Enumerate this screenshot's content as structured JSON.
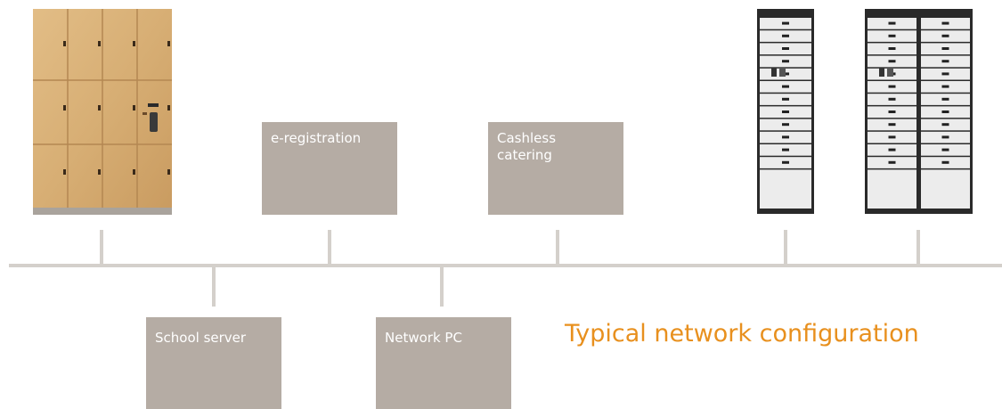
{
  "nodes": {
    "eregistration": "e-registration",
    "cashless": "Cashless catering",
    "school_server": "School server",
    "network_pc": "Network PC"
  },
  "caption": "Typical network configuration",
  "colors": {
    "box": "#b5aca4",
    "bus": "#d4d0cb",
    "caption": "#e8901e",
    "wood": "#d9b07a",
    "cabinet_frame": "#2a2a2a",
    "cabinet_door": "#ececec"
  },
  "images": [
    {
      "name": "wooden-locker-bank-image",
      "description_icon": "locker-icon"
    },
    {
      "name": "steel-locker-cabinet-image",
      "description_icon": "locker-icon"
    },
    {
      "name": "double-steel-locker-cabinet-image",
      "description_icon": "locker-icon"
    }
  ]
}
